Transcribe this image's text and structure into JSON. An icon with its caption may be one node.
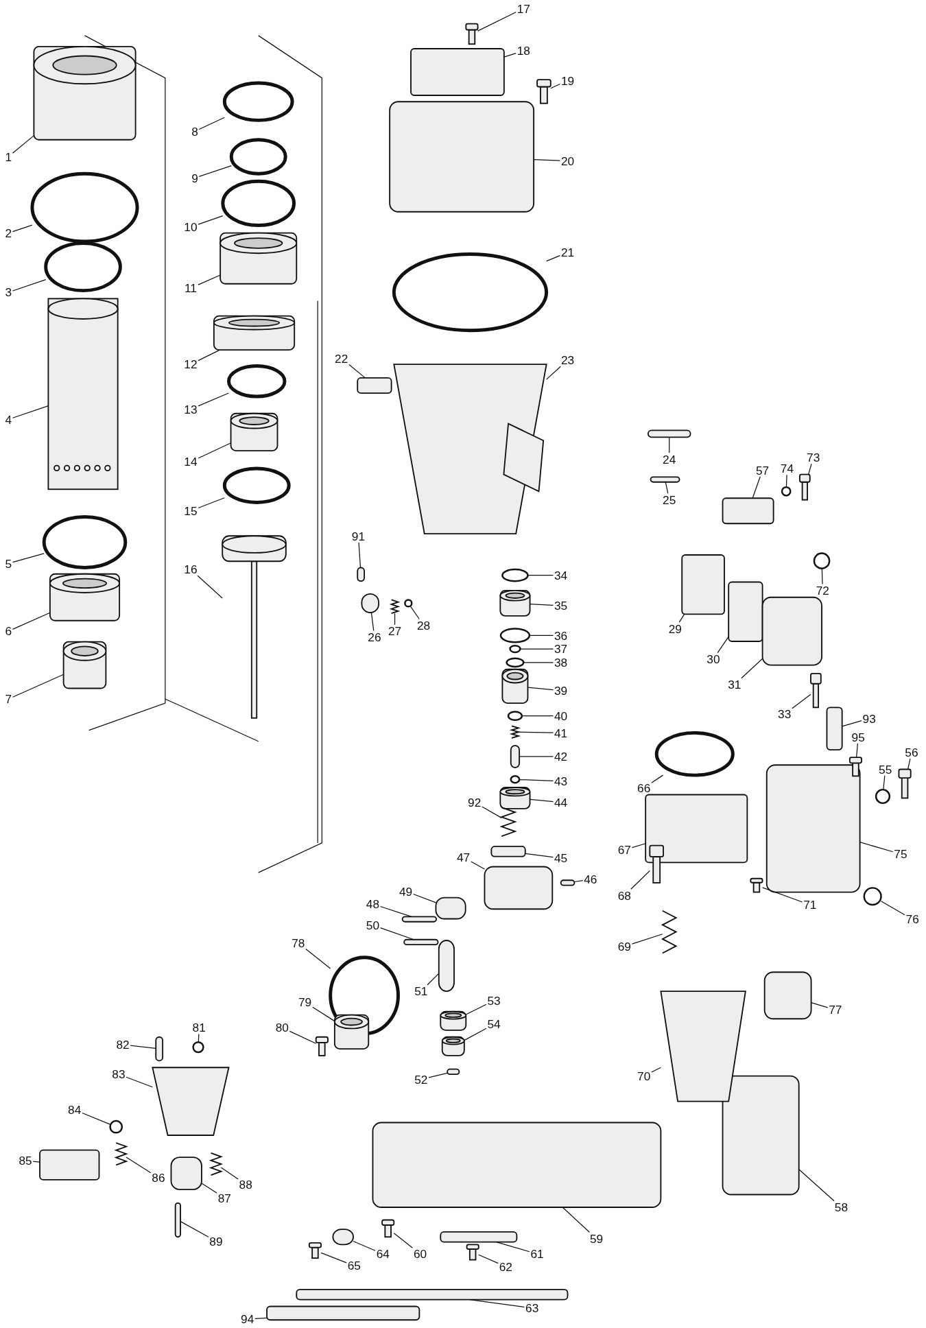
{
  "diagram": {
    "nodes": [
      {
        "text": [
          "1"
        ]
      },
      {
        "text": [
          "2"
        ]
      },
      {
        "text": [
          "3"
        ]
      },
      {
        "text": [
          "4"
        ]
      },
      {
        "text": [
          "5"
        ]
      },
      {
        "text": [
          "6"
        ]
      },
      {
        "text": [
          "7"
        ]
      },
      {
        "text": [
          "8"
        ]
      },
      {
        "text": [
          "9"
        ]
      },
      {
        "text": [
          "10"
        ]
      },
      {
        "text": [
          "11"
        ]
      },
      {
        "text": [
          "12"
        ]
      },
      {
        "text": [
          "13"
        ]
      },
      {
        "text": [
          "14"
        ]
      },
      {
        "text": [
          "15"
        ]
      },
      {
        "text": [
          "16"
        ]
      },
      {
        "text": [
          "17"
        ]
      },
      {
        "text": [
          "18"
        ]
      },
      {
        "text": [
          "19"
        ]
      },
      {
        "text": [
          "20"
        ]
      },
      {
        "text": [
          "21"
        ]
      },
      {
        "text": [
          "22"
        ]
      },
      {
        "text": [
          "23"
        ]
      },
      {
        "text": [
          "24"
        ]
      },
      {
        "text": [
          "25"
        ]
      },
      {
        "text": [
          "26"
        ]
      },
      {
        "text": [
          "27"
        ]
      },
      {
        "text": [
          "28"
        ]
      },
      {
        "text": [
          "29"
        ]
      },
      {
        "text": [
          "30"
        ]
      },
      {
        "text": [
          "31"
        ]
      },
      {
        "text": [
          "33"
        ]
      },
      {
        "text": [
          "34"
        ]
      },
      {
        "text": [
          "35"
        ]
      },
      {
        "text": [
          "36"
        ]
      },
      {
        "text": [
          "37"
        ]
      },
      {
        "text": [
          "38"
        ]
      },
      {
        "text": [
          "39"
        ]
      },
      {
        "text": [
          "40"
        ]
      },
      {
        "text": [
          "41"
        ]
      },
      {
        "text": [
          "42"
        ]
      },
      {
        "text": [
          "43"
        ]
      },
      {
        "text": [
          "44"
        ]
      },
      {
        "text": [
          "45"
        ]
      },
      {
        "text": [
          "46"
        ]
      },
      {
        "text": [
          "47"
        ]
      },
      {
        "text": [
          "48"
        ]
      },
      {
        "text": [
          "49"
        ]
      },
      {
        "text": [
          "50"
        ]
      },
      {
        "text": [
          "51"
        ]
      },
      {
        "text": [
          "52"
        ]
      },
      {
        "text": [
          "53"
        ]
      },
      {
        "text": [
          "54"
        ]
      },
      {
        "text": [
          "55"
        ]
      },
      {
        "text": [
          "56"
        ]
      },
      {
        "text": [
          "57"
        ]
      },
      {
        "text": [
          "58"
        ]
      },
      {
        "text": [
          "59"
        ]
      },
      {
        "text": [
          "60"
        ]
      },
      {
        "text": [
          "61"
        ]
      },
      {
        "text": [
          "62"
        ]
      },
      {
        "text": [
          "63"
        ]
      },
      {
        "text": [
          "64"
        ]
      },
      {
        "text": [
          "65"
        ]
      },
      {
        "text": [
          "66"
        ]
      },
      {
        "text": [
          "67"
        ]
      },
      {
        "text": [
          "68"
        ]
      },
      {
        "text": [
          "69"
        ]
      },
      {
        "text": [
          "70"
        ]
      },
      {
        "text": [
          "71"
        ]
      },
      {
        "text": [
          "72"
        ]
      },
      {
        "text": [
          "73"
        ]
      },
      {
        "text": [
          "74"
        ]
      },
      {
        "text": [
          "75"
        ]
      },
      {
        "text": [
          "76"
        ]
      },
      {
        "text": [
          "77"
        ]
      },
      {
        "text": [
          "78"
        ]
      },
      {
        "text": [
          "79"
        ]
      },
      {
        "text": [
          "80"
        ]
      },
      {
        "text": [
          "81"
        ]
      },
      {
        "text": [
          "82"
        ]
      },
      {
        "text": [
          "83"
        ]
      },
      {
        "text": [
          "84"
        ]
      },
      {
        "text": [
          "85"
        ]
      },
      {
        "text": [
          "86"
        ]
      },
      {
        "text": [
          "87"
        ]
      },
      {
        "text": [
          "88"
        ]
      },
      {
        "text": [
          "89"
        ]
      },
      {
        "text": [
          "91"
        ]
      },
      {
        "text": [
          "92"
        ]
      },
      {
        "text": [
          "93"
        ]
      },
      {
        "text": [
          "94"
        ]
      },
      {
        "text": [
          "95"
        ]
      },
      {
        "text": [],
        "shape": "cylinder"
      },
      {
        "text": [],
        "shape": "ring"
      },
      {
        "text": [],
        "shape": "ring"
      },
      {
        "text": [],
        "shape": "tube"
      },
      {
        "text": [],
        "shape": "ring"
      },
      {
        "text": [],
        "shape": "cylinder"
      },
      {
        "text": [],
        "shape": "cylinder"
      },
      {
        "text": [],
        "shape": "ring"
      },
      {
        "text": [],
        "shape": "ring"
      },
      {
        "text": [],
        "shape": "ring"
      },
      {
        "text": [],
        "shape": "cylinder"
      },
      {
        "text": [],
        "shape": "cylinder"
      },
      {
        "text": [],
        "shape": "ring"
      },
      {
        "text": [],
        "shape": "cylinder"
      },
      {
        "text": [],
        "shape": "ring"
      },
      {
        "text": [],
        "shape": "piston"
      },
      {
        "text": [],
        "shape": "screw"
      },
      {
        "text": [],
        "shape": "plate"
      },
      {
        "text": [],
        "shape": "screw"
      },
      {
        "text": [],
        "shape": "box"
      },
      {
        "text": [],
        "shape": "ring"
      },
      {
        "text": [],
        "shape": "plate"
      },
      {
        "text": [],
        "shape": "housing"
      },
      {
        "text": [],
        "shape": "pin"
      },
      {
        "text": [],
        "shape": "pin"
      },
      {
        "text": [],
        "shape": "box"
      },
      {
        "text": [],
        "shape": "spring"
      },
      {
        "text": [],
        "shape": "ring"
      },
      {
        "text": [],
        "shape": "plate"
      },
      {
        "text": [],
        "shape": "plate"
      },
      {
        "text": [],
        "shape": "box"
      },
      {
        "text": [],
        "shape": "screw"
      },
      {
        "text": [],
        "shape": "ring"
      },
      {
        "text": [],
        "shape": "cylinder"
      },
      {
        "text": [],
        "shape": "ring"
      },
      {
        "text": [],
        "shape": "ring"
      },
      {
        "text": [],
        "shape": "ring"
      },
      {
        "text": [],
        "shape": "cylinder"
      },
      {
        "text": [],
        "shape": "ring"
      },
      {
        "text": [],
        "shape": "spring"
      },
      {
        "text": [],
        "shape": "pin"
      },
      {
        "text": [],
        "shape": "ring"
      },
      {
        "text": [],
        "shape": "cylinder"
      },
      {
        "text": [],
        "shape": "plate"
      },
      {
        "text": [],
        "shape": "pin"
      },
      {
        "text": [],
        "shape": "box"
      },
      {
        "text": [],
        "shape": "pin"
      },
      {
        "text": [],
        "shape": "box"
      },
      {
        "text": [],
        "shape": "pin"
      },
      {
        "text": [],
        "shape": "box"
      },
      {
        "text": [],
        "shape": "pin"
      },
      {
        "text": [],
        "shape": "cylinder"
      },
      {
        "text": [],
        "shape": "cylinder"
      },
      {
        "text": [],
        "shape": "ring"
      },
      {
        "text": [],
        "shape": "screw"
      },
      {
        "text": [],
        "shape": "plate"
      },
      {
        "text": [],
        "shape": "box"
      },
      {
        "text": [],
        "shape": "box"
      },
      {
        "text": [],
        "shape": "screw"
      },
      {
        "text": [],
        "shape": "plate"
      },
      {
        "text": [],
        "shape": "screw"
      },
      {
        "text": [],
        "shape": "plate"
      },
      {
        "text": [],
        "shape": "box"
      },
      {
        "text": [],
        "shape": "screw"
      },
      {
        "text": [],
        "shape": "ring"
      },
      {
        "text": [],
        "shape": "plate"
      },
      {
        "text": [],
        "shape": "screw"
      },
      {
        "text": [],
        "shape": "spring"
      },
      {
        "text": [],
        "shape": "housing"
      },
      {
        "text": [],
        "shape": "screw"
      },
      {
        "text": [],
        "shape": "ring"
      },
      {
        "text": [],
        "shape": "screw"
      },
      {
        "text": [],
        "shape": "ring"
      },
      {
        "text": [],
        "shape": "box"
      },
      {
        "text": [],
        "shape": "ring"
      },
      {
        "text": [],
        "shape": "box"
      },
      {
        "text": [],
        "shape": "ring"
      },
      {
        "text": [],
        "shape": "cylinder"
      },
      {
        "text": [],
        "shape": "screw"
      },
      {
        "text": [],
        "shape": "ring"
      },
      {
        "text": [],
        "shape": "pin"
      },
      {
        "text": [],
        "shape": "housing"
      },
      {
        "text": [],
        "shape": "ring"
      },
      {
        "text": [],
        "shape": "plate"
      },
      {
        "text": [],
        "shape": "spring"
      },
      {
        "text": [],
        "shape": "box"
      },
      {
        "text": [],
        "shape": "spring"
      },
      {
        "text": [],
        "shape": "pin"
      },
      {
        "text": [],
        "shape": "pin"
      },
      {
        "text": [],
        "shape": "spring"
      },
      {
        "text": [],
        "shape": "plate"
      },
      {
        "text": [],
        "shape": "plate"
      },
      {
        "text": [],
        "shape": "screw"
      }
    ],
    "edges": [
      {
        "from": 0,
        "to": 93,
        "arrow": "none"
      },
      {
        "from": 1,
        "to": 94,
        "arrow": "none"
      },
      {
        "from": 2,
        "to": 95,
        "arrow": "none"
      },
      {
        "from": 3,
        "to": 96,
        "arrow": "none"
      },
      {
        "from": 4,
        "to": 97,
        "arrow": "none"
      },
      {
        "from": 5,
        "to": 98,
        "arrow": "none"
      },
      {
        "from": 6,
        "to": 99,
        "arrow": "none"
      },
      {
        "from": 7,
        "to": 100,
        "arrow": "none"
      },
      {
        "from": 8,
        "to": 101,
        "arrow": "none"
      },
      {
        "from": 9,
        "to": 102,
        "arrow": "none"
      },
      {
        "from": 10,
        "to": 103,
        "arrow": "none"
      },
      {
        "from": 11,
        "to": 104,
        "arrow": "none"
      },
      {
        "from": 12,
        "to": 105,
        "arrow": "none"
      },
      {
        "from": 13,
        "to": 106,
        "arrow": "none"
      },
      {
        "from": 14,
        "to": 107,
        "arrow": "none"
      },
      {
        "from": 15,
        "to": 108,
        "arrow": "none"
      },
      {
        "from": 16,
        "to": 109,
        "arrow": "none"
      },
      {
        "from": 17,
        "to": 110,
        "arrow": "none"
      },
      {
        "from": 18,
        "to": 111,
        "arrow": "none"
      },
      {
        "from": 19,
        "to": 112,
        "arrow": "none"
      },
      {
        "from": 20,
        "to": 113,
        "arrow": "none"
      },
      {
        "from": 21,
        "to": 114,
        "arrow": "none"
      },
      {
        "from": 22,
        "to": 115,
        "arrow": "none"
      },
      {
        "from": 23,
        "to": 116,
        "arrow": "none"
      },
      {
        "from": 24,
        "to": 117,
        "arrow": "none"
      },
      {
        "from": 25,
        "to": 118,
        "arrow": "none"
      },
      {
        "from": 26,
        "to": 119,
        "arrow": "none"
      },
      {
        "from": 27,
        "to": 120,
        "arrow": "none"
      },
      {
        "from": 28,
        "to": 121,
        "arrow": "none"
      },
      {
        "from": 29,
        "to": 122,
        "arrow": "none"
      },
      {
        "from": 30,
        "to": 123,
        "arrow": "none"
      },
      {
        "from": 31,
        "to": 124,
        "arrow": "none"
      },
      {
        "from": 32,
        "to": 125,
        "arrow": "none"
      },
      {
        "from": 33,
        "to": 126,
        "arrow": "none"
      },
      {
        "from": 34,
        "to": 127,
        "arrow": "none"
      },
      {
        "from": 35,
        "to": 128,
        "arrow": "none"
      },
      {
        "from": 36,
        "to": 129,
        "arrow": "none"
      },
      {
        "from": 37,
        "to": 130,
        "arrow": "none"
      },
      {
        "from": 38,
        "to": 131,
        "arrow": "none"
      },
      {
        "from": 39,
        "to": 132,
        "arrow": "none"
      },
      {
        "from": 40,
        "to": 133,
        "arrow": "none"
      },
      {
        "from": 41,
        "to": 134,
        "arrow": "none"
      },
      {
        "from": 42,
        "to": 135,
        "arrow": "none"
      },
      {
        "from": 43,
        "to": 136,
        "arrow": "none"
      },
      {
        "from": 44,
        "to": 137,
        "arrow": "none"
      },
      {
        "from": 45,
        "to": 138,
        "arrow": "none"
      },
      {
        "from": 46,
        "to": 139,
        "arrow": "none"
      },
      {
        "from": 47,
        "to": 140,
        "arrow": "none"
      },
      {
        "from": 48,
        "to": 141,
        "arrow": "none"
      },
      {
        "from": 49,
        "to": 142,
        "arrow": "none"
      },
      {
        "from": 50,
        "to": 143,
        "arrow": "none"
      },
      {
        "from": 51,
        "to": 144,
        "arrow": "none"
      },
      {
        "from": 52,
        "to": 145,
        "arrow": "none"
      },
      {
        "from": 53,
        "to": 146,
        "arrow": "none"
      },
      {
        "from": 54,
        "to": 147,
        "arrow": "none"
      },
      {
        "from": 55,
        "to": 148,
        "arrow": "none"
      },
      {
        "from": 56,
        "to": 149,
        "arrow": "none"
      },
      {
        "from": 57,
        "to": 150,
        "arrow": "none"
      },
      {
        "from": 58,
        "to": 151,
        "arrow": "none"
      },
      {
        "from": 59,
        "to": 152,
        "arrow": "none"
      },
      {
        "from": 60,
        "to": 153,
        "arrow": "none"
      },
      {
        "from": 61,
        "to": 154,
        "arrow": "none"
      },
      {
        "from": 62,
        "to": 155,
        "arrow": "none"
      },
      {
        "from": 63,
        "to": 156,
        "arrow": "none"
      },
      {
        "from": 64,
        "to": 157,
        "arrow": "none"
      },
      {
        "from": 65,
        "to": 158,
        "arrow": "none"
      },
      {
        "from": 66,
        "to": 159,
        "arrow": "none"
      },
      {
        "from": 67,
        "to": 160,
        "arrow": "none"
      },
      {
        "from": 68,
        "to": 161,
        "arrow": "none"
      },
      {
        "from": 69,
        "to": 162,
        "arrow": "none"
      },
      {
        "from": 70,
        "to": 163,
        "arrow": "none"
      },
      {
        "from": 71,
        "to": 164,
        "arrow": "none"
      },
      {
        "from": 72,
        "to": 165,
        "arrow": "none"
      },
      {
        "from": 73,
        "to": 166,
        "arrow": "none"
      },
      {
        "from": 74,
        "to": 167,
        "arrow": "none"
      },
      {
        "from": 75,
        "to": 168,
        "arrow": "none"
      },
      {
        "from": 76,
        "to": 169,
        "arrow": "none"
      },
      {
        "from": 77,
        "to": 170,
        "arrow": "none"
      },
      {
        "from": 78,
        "to": 171,
        "arrow": "none"
      },
      {
        "from": 79,
        "to": 172,
        "arrow": "none"
      },
      {
        "from": 80,
        "to": 173,
        "arrow": "none"
      },
      {
        "from": 81,
        "to": 174,
        "arrow": "none"
      },
      {
        "from": 82,
        "to": 175,
        "arrow": "none"
      },
      {
        "from": 83,
        "to": 176,
        "arrow": "none"
      },
      {
        "from": 84,
        "to": 177,
        "arrow": "none"
      },
      {
        "from": 85,
        "to": 178,
        "arrow": "none"
      },
      {
        "from": 86,
        "to": 179,
        "arrow": "none"
      },
      {
        "from": 87,
        "to": 180,
        "arrow": "none"
      },
      {
        "from": 88,
        "to": 181,
        "arrow": "none"
      },
      {
        "from": 89,
        "to": 182,
        "arrow": "none"
      },
      {
        "from": 90,
        "to": 183,
        "arrow": "none"
      },
      {
        "from": 91,
        "to": 184,
        "arrow": "none"
      },
      {
        "from": 92,
        "to": 185,
        "arrow": "none"
      }
    ]
  }
}
